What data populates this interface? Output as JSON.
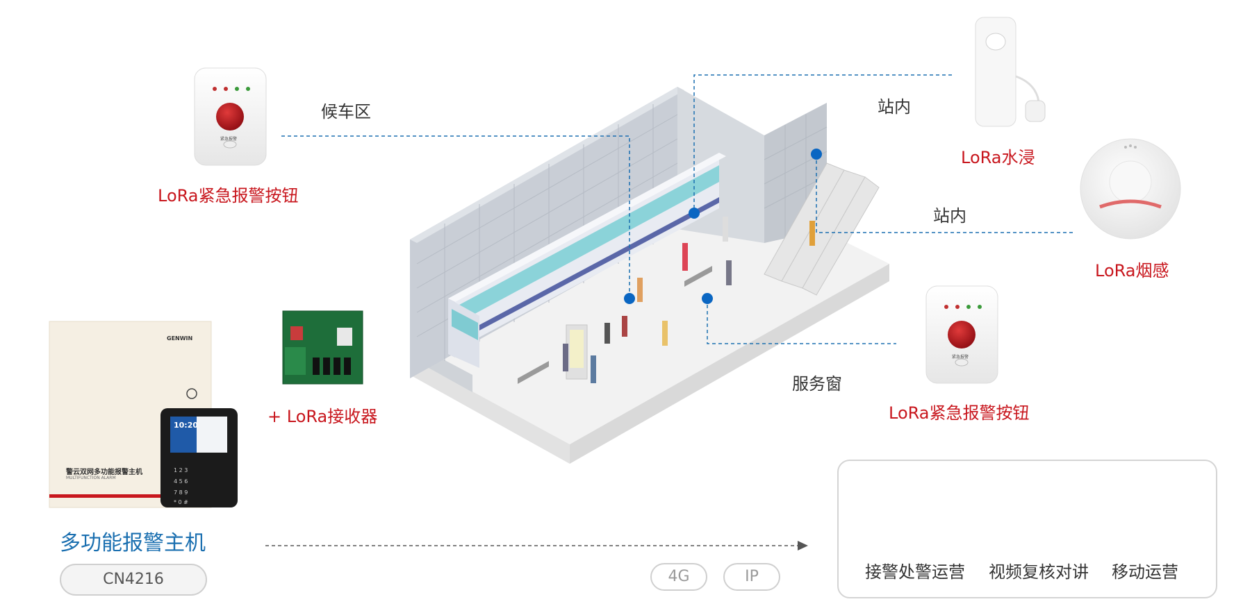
{
  "labels": {
    "waiting_area": "候车区",
    "in_station_1": "站内",
    "in_station_2": "站内",
    "service_window": "服务窗"
  },
  "devices": {
    "button_top": "LoRa紧急报警按钮",
    "button_right": "LoRa紧急报警按钮",
    "water": "LoRa水浸",
    "smoke": "LoRa烟感",
    "receiver": "+ LoRa接收器",
    "host": "多功能报警主机",
    "model": "CN4216"
  },
  "host_box": {
    "brand": "GENWIN",
    "title": "警云双网多功能报警主机",
    "subtitle": "MULTIFUNCTION ALARM",
    "clock": "10:20"
  },
  "button_device_text": "紧急报警",
  "network": {
    "tag_4g": "4G",
    "tag_ip": "IP"
  },
  "platforms": [
    {
      "label": "接警处警运营",
      "icon": "police-monitor-icon"
    },
    {
      "label": "视频复核对讲",
      "icon": "video-intercom-monitor-icon"
    },
    {
      "label": "移动运营",
      "icon": "mobile-operation-icon"
    }
  ],
  "colors": {
    "red": "#c8161d",
    "blue": "#1a6fb0",
    "dot": "#0a66c2"
  }
}
